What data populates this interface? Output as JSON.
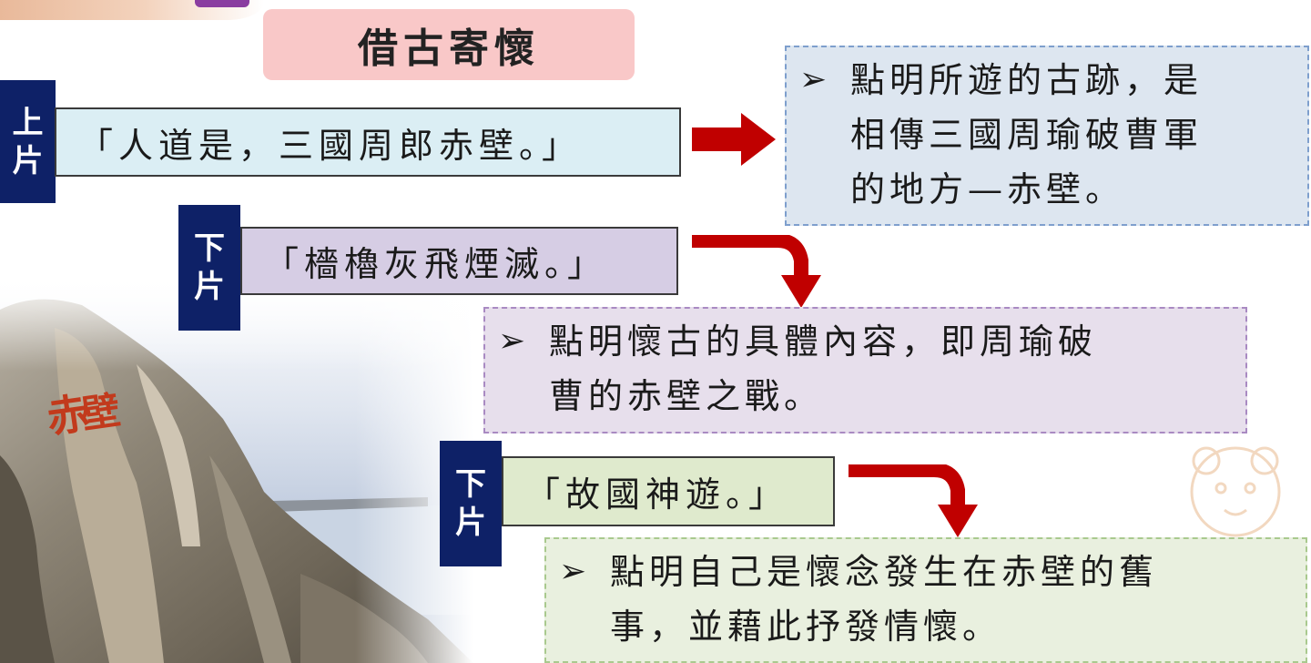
{
  "title": "借古寄懷",
  "stanzas": [
    {
      "tag": [
        "上",
        "片"
      ],
      "quote": "「人道是，三國周郎赤壁。」",
      "note": {
        "bullet": "➢",
        "lines": [
          "點明所遊的古跡，是",
          "相傳三國周瑜破曹軍",
          "的地方—赤壁。"
        ]
      }
    },
    {
      "tag": [
        "下",
        "片"
      ],
      "quote": "「檣櫓灰飛煙滅。」",
      "note": {
        "bullet": "➢",
        "lines": [
          "點明懷古的具體內容，即周瑜破",
          "曹的赤壁之戰。"
        ]
      }
    },
    {
      "tag": [
        "下",
        "片"
      ],
      "quote": "「故國神遊。」",
      "note": {
        "bullet": "➢",
        "lines": [
          "點明自己是懷念發生在赤壁的舊",
          "事，並藉此抒發情懷。"
        ]
      }
    }
  ],
  "image": {
    "carving_text": "赤壁"
  },
  "colors": {
    "tag_bg": "#0e2167",
    "arrow": "#c00000",
    "title_bg": "#f9c8c8",
    "quote1_bg": "#dbeef4",
    "quote2_bg": "#d6cde4",
    "quote3_bg": "#dfeacd"
  }
}
